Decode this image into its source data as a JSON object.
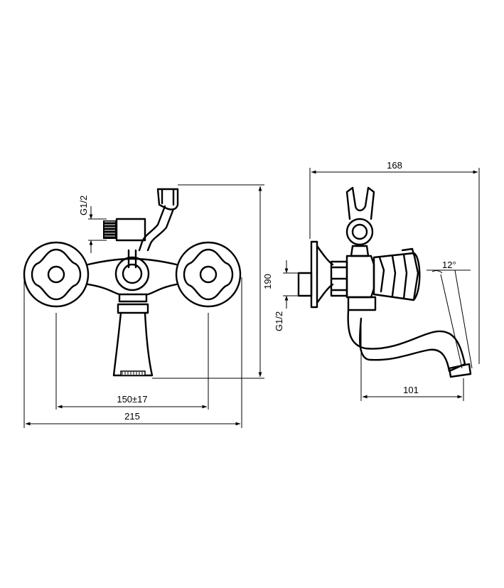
{
  "dimensions": {
    "front_thread": "G1/2",
    "front_height": "190",
    "front_centers": "150±17",
    "front_width": "215",
    "side_depth": "168",
    "side_thread": "G1/2",
    "side_angle": "12°",
    "side_spout": "101"
  },
  "style": {
    "line_color": "#000000",
    "background": "#ffffff"
  }
}
